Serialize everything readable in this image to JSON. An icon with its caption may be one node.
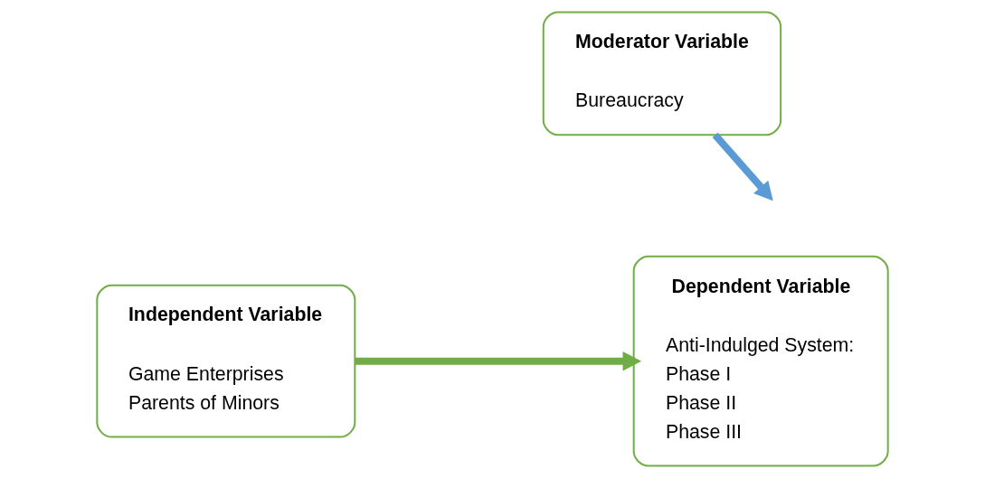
{
  "diagram": {
    "nodes": [
      {
        "text": [
          "Moderator Variable",
          "Bureaucracy"
        ]
      },
      {
        "text": [
          "Independent Variable",
          "Game Enterprises",
          "Parents of Minors"
        ]
      },
      {
        "text": [
          "Dependent Variable",
          "Anti-Indulged System:",
          "Phase I",
          "Phase II",
          "Phase III"
        ]
      }
    ],
    "edges": [
      {
        "from": 1,
        "to": 2,
        "arrow": "to"
      },
      {
        "from": 0,
        "to": null,
        "arrow": "to",
        "color": "#5b9bd5"
      }
    ]
  }
}
